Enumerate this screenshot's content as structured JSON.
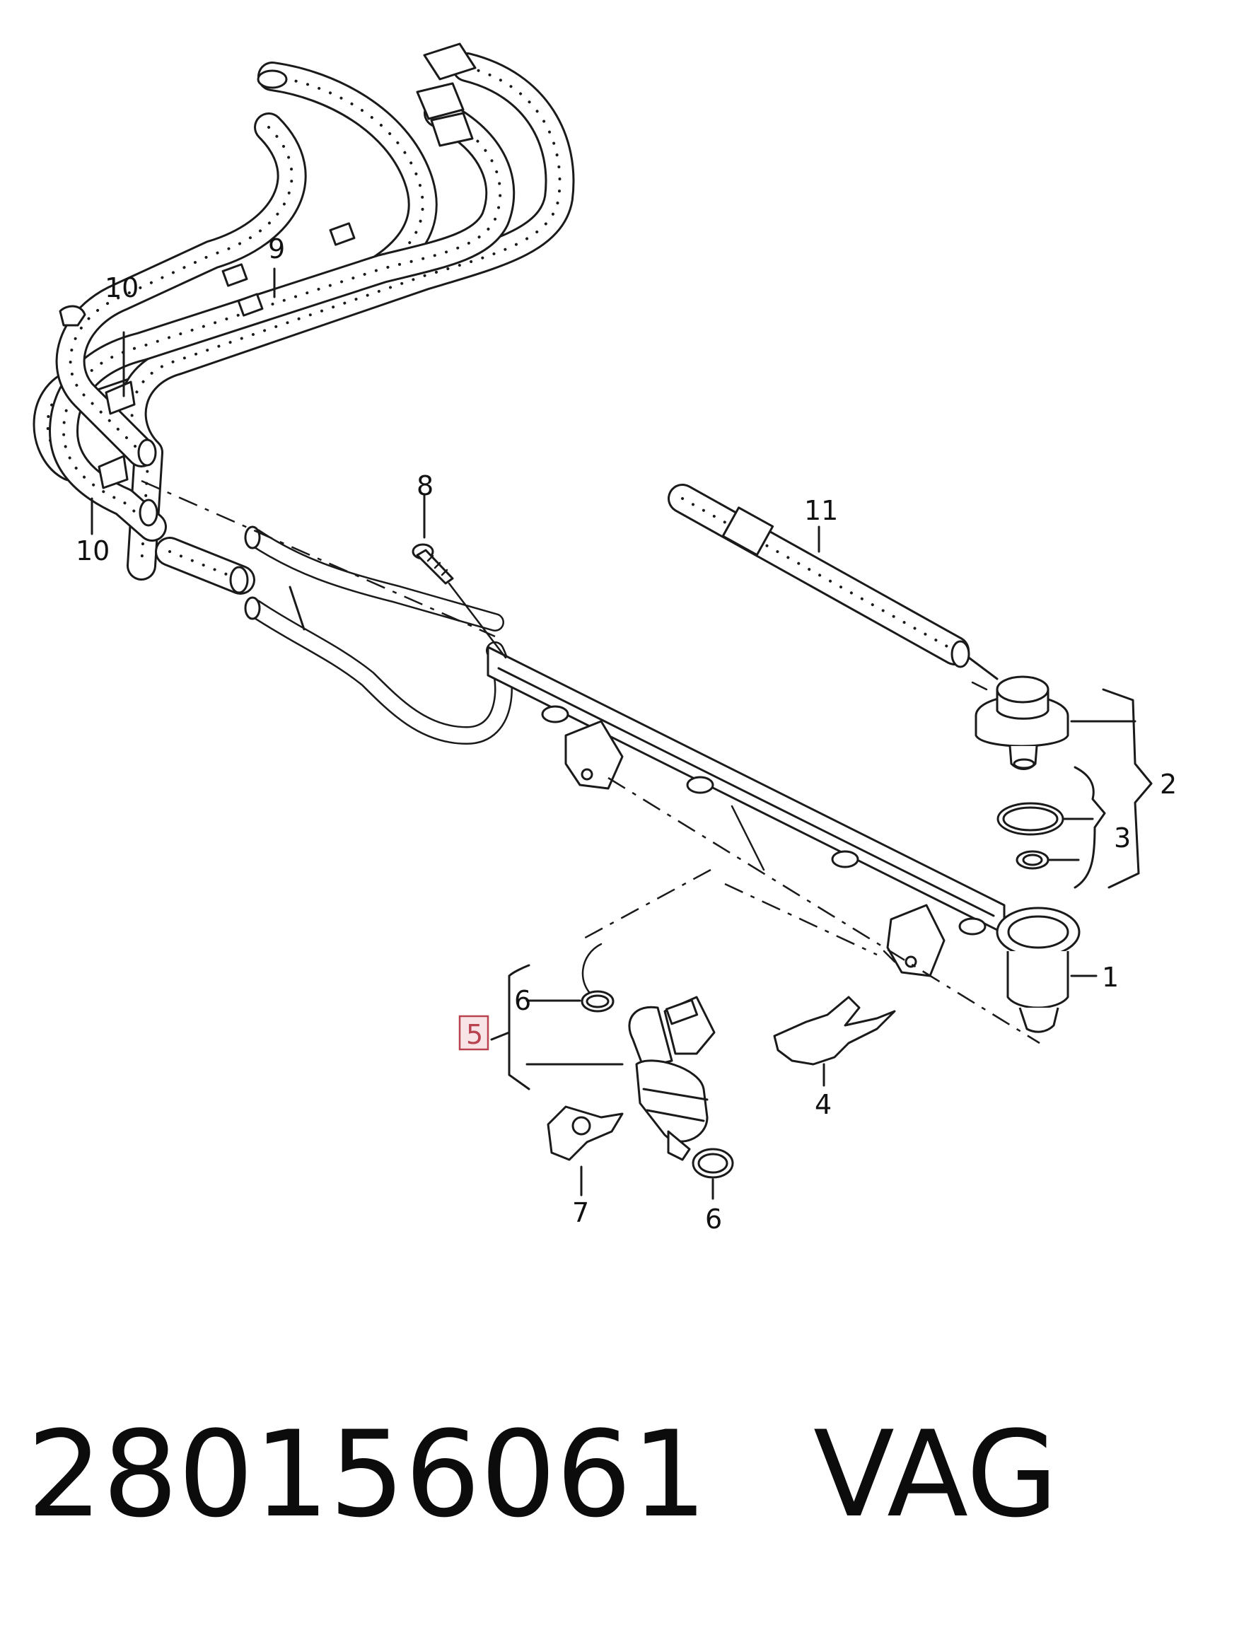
{
  "callouts": {
    "c1": "1",
    "c2": "2",
    "c3": "3",
    "c4": "4",
    "c5": "5",
    "c6a": "6",
    "c6b": "6",
    "c7": "7",
    "c8": "8",
    "c9": "9",
    "c10a": "10",
    "c10b": "10",
    "c11": "11"
  },
  "highlight_color": "#b8434f",
  "footer": {
    "part_number": "280156061",
    "brand": "VAG"
  }
}
